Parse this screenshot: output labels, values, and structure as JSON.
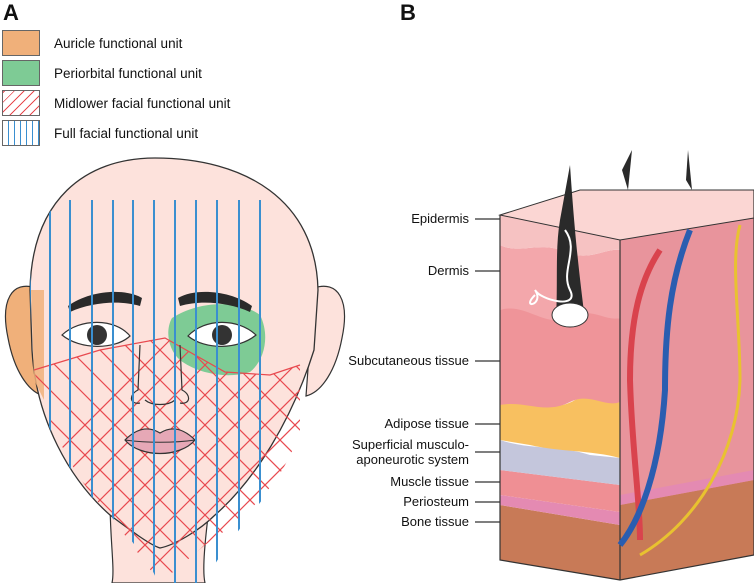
{
  "panel_a": {
    "label": "A",
    "legend": [
      {
        "label": "Auricle functional unit",
        "color": "#f0b07a"
      },
      {
        "label": "Periorbital functional unit",
        "color": "#7ecb95"
      },
      {
        "label": "Midlower facial functional unit",
        "color": "#e8494f"
      },
      {
        "label": "Full facial functional unit",
        "color": "#3a8fd0"
      }
    ]
  },
  "panel_b": {
    "label": "B",
    "layers": [
      {
        "label": "Epidermis"
      },
      {
        "label": "Dermis"
      },
      {
        "label": "Subcutaneous tissue"
      },
      {
        "label": "Adipose tissue"
      },
      {
        "label": "Superficial musculo-",
        "label2": "aponeurotic system"
      },
      {
        "label": "Muscle tissue"
      },
      {
        "label": "Periosteum"
      },
      {
        "label": "Bone tissue"
      }
    ]
  }
}
